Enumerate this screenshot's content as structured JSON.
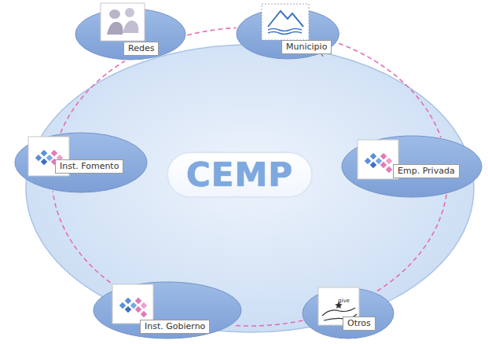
{
  "diagram": {
    "nodes": [
      {
        "text": [
          "Redes"
        ]
      },
      {
        "text": [
          "Municipio"
        ]
      },
      {
        "text": [
          "Inst. Fomento"
        ]
      },
      {
        "text": [
          "CEMP"
        ]
      },
      {
        "text": [
          "Emp. Privada"
        ]
      },
      {
        "text": [
          "Inst. Gobierno"
        ]
      },
      {
        "text": [
          "Otros"
        ]
      }
    ],
    "edges": [
      {
        "from": 0,
        "to": 1,
        "arrow": "none"
      },
      {
        "from": 1,
        "to": 4,
        "arrow": "none"
      },
      {
        "from": 4,
        "to": 6,
        "arrow": "none"
      },
      {
        "from": 6,
        "to": 5,
        "arrow": "none"
      },
      {
        "from": 5,
        "to": 2,
        "arrow": "none"
      },
      {
        "from": 2,
        "to": 0,
        "arrow": "none"
      }
    ],
    "labels": [
      "give"
    ]
  }
}
